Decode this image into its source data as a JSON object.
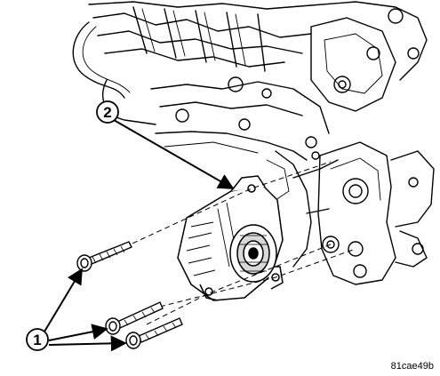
{
  "callouts": [
    {
      "id": "1",
      "label": "1"
    },
    {
      "id": "2",
      "label": "2"
    }
  ],
  "figure_code": "81cae49b",
  "colors": {
    "line": "#000000",
    "background": "#ffffff",
    "shade": "#d9d9d9"
  }
}
